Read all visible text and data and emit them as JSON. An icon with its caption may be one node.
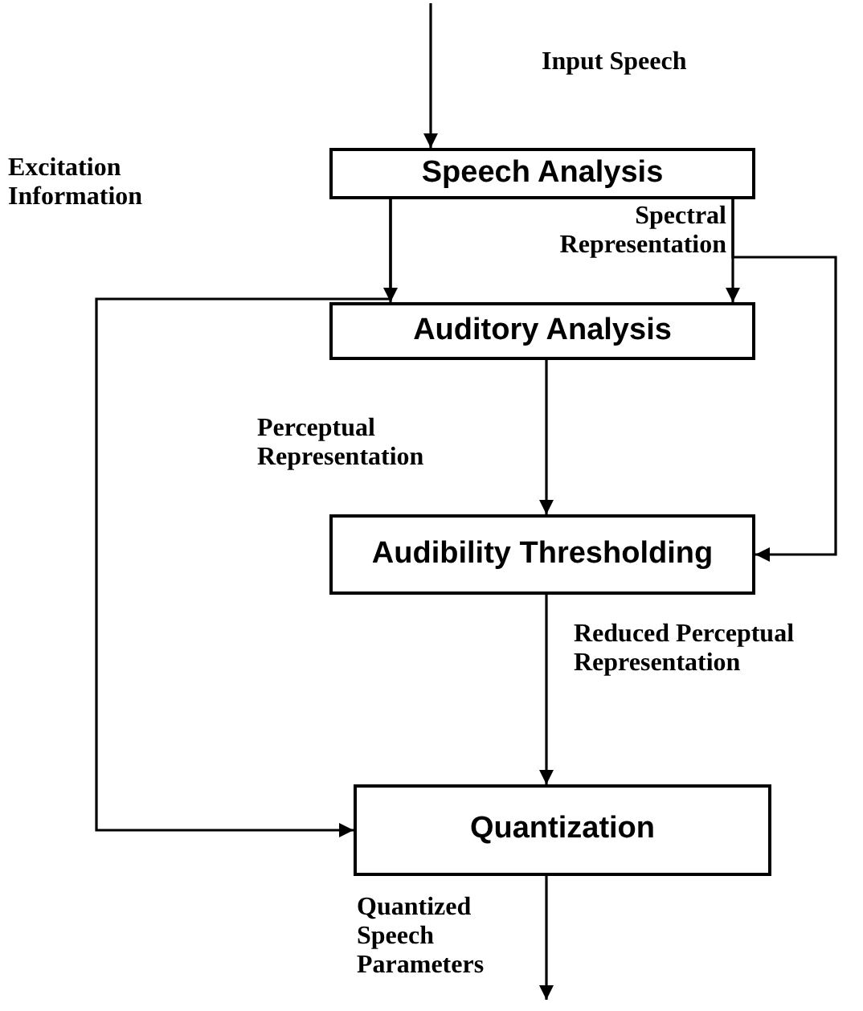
{
  "diagram": {
    "nodes": [
      {
        "text": [
          "Speech Analysis"
        ]
      },
      {
        "text": [
          "Auditory Analysis"
        ]
      },
      {
        "text": [
          "Audibility Thresholding"
        ]
      },
      {
        "text": [
          "Quantization"
        ]
      }
    ],
    "edges": [
      {
        "from": null,
        "to": 0,
        "arrow": "to",
        "label": "Input Speech"
      },
      {
        "from": 0,
        "to": 1,
        "arrow": "to"
      },
      {
        "from": 0,
        "to": 3,
        "arrow": "to",
        "label": "Excitation Information"
      },
      {
        "from": 0,
        "to": 1,
        "arrow": "to"
      },
      {
        "from": 0,
        "to": 2,
        "arrow": "to",
        "label": "Spectral Representation"
      },
      {
        "from": 1,
        "to": 2,
        "arrow": "to",
        "label": "Perceptual Representation"
      },
      {
        "from": 2,
        "to": 3,
        "arrow": "to",
        "label": "Reduced Perceptual Representation"
      },
      {
        "from": 3,
        "to": null,
        "arrow": "to",
        "label": "Quantized Speech Parameters"
      }
    ]
  }
}
